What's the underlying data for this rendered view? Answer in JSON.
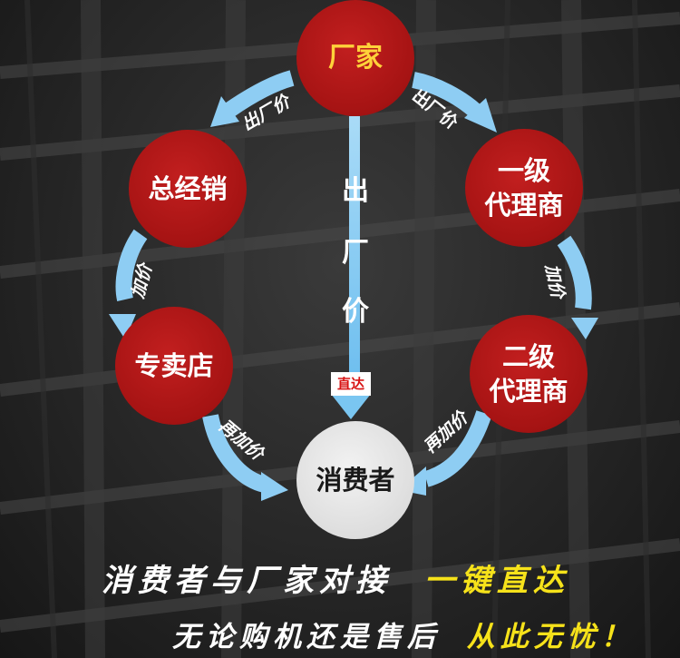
{
  "diagram": {
    "nodes": {
      "factory": "厂家",
      "general_distributor": [
        "总经销"
      ],
      "level1_agent": [
        "一级",
        "代理商"
      ],
      "retail_store": [
        "专卖店"
      ],
      "level2_agent": [
        "二级",
        "代理商"
      ],
      "consumer": "消费者"
    },
    "arrow_labels": {
      "factory_to_general": "出厂价",
      "factory_to_level1": "出厂价",
      "general_to_store": "加价",
      "level1_to_level2": "加价",
      "store_to_consumer": "再加价",
      "level2_to_consumer": "再加价",
      "direct_vertical": [
        "出",
        "厂",
        "价"
      ],
      "direct_badge": "直达"
    }
  },
  "slogan": {
    "line1_white": "消费者与厂家对接",
    "line1_yellow": "一键直达",
    "line2_white": "无论购机还是售后",
    "line2_yellow": "从此无忧！"
  },
  "colors": {
    "node_red": "#a51313",
    "factory_text": "#ffd23a",
    "arrow_blue": "#8ecdf3",
    "consumer_fill": "#dcdcdc",
    "slogan_yellow": "#f6e21a"
  }
}
